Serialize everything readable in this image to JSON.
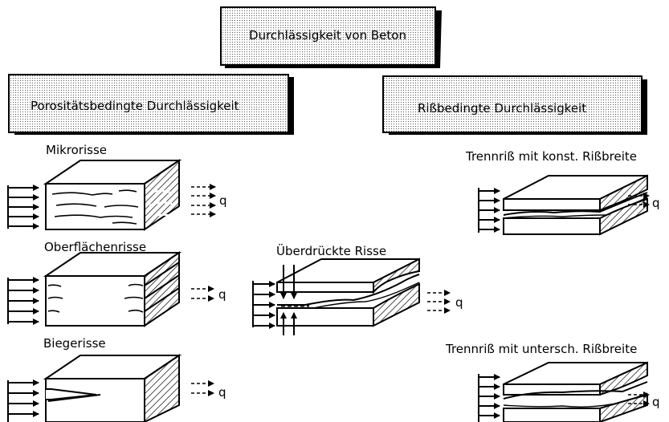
{
  "boxes": {
    "top": "Durchlässigkeit von Beton",
    "left": "Porositätsbedingte Durchlässigkeit",
    "right": "Rißbedingte Durchlässigkeit"
  },
  "labels": {
    "mikrorisse": "Mikrorisse",
    "oberflaechenrisse": "Oberflächenrisse",
    "biegerisse": "Biegerisse",
    "ueberdrueckte": "Überdrückte Risse",
    "trennriss_konst": "Trennriß mit konst. Rißbreite",
    "trennriss_untersch": "Trennriß mit untersch. Rißbreite"
  },
  "flow_symbol": "q"
}
